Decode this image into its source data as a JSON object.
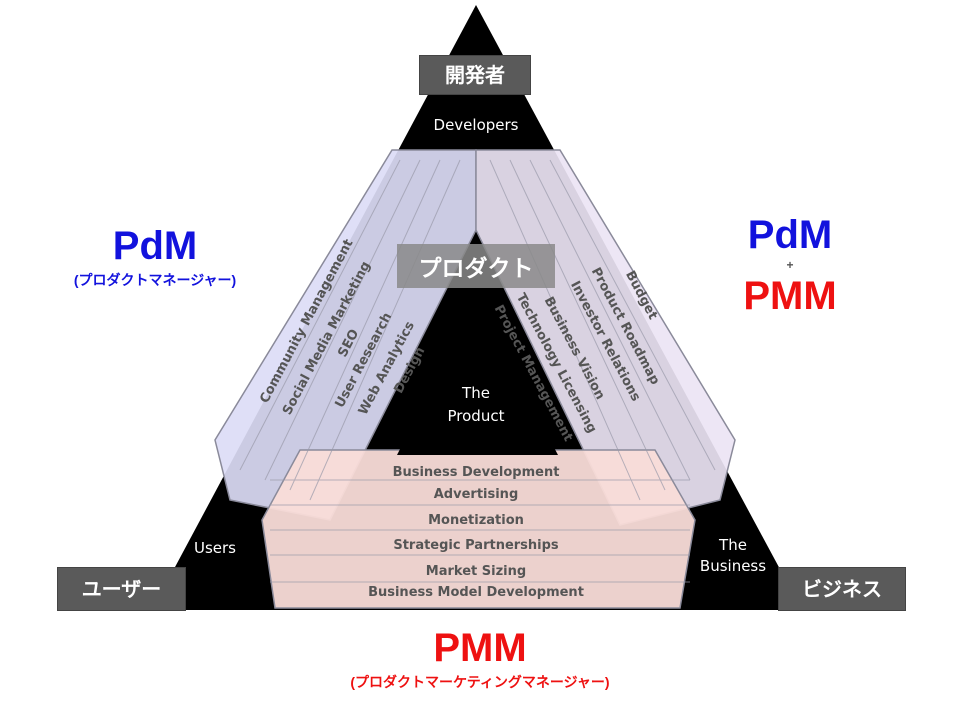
{
  "vertices": {
    "top": {
      "jp": "開発者",
      "en": "Developers"
    },
    "left": {
      "jp": "ユーザー",
      "en": "Users"
    },
    "right": {
      "jp": "ビジネス",
      "en_line1": "The",
      "en_line2": "Business"
    }
  },
  "center": {
    "jp": "プロダクト",
    "line1": "The",
    "line2": "Product"
  },
  "left_role": {
    "title": "PdM",
    "subtitle": "(プロダクトマネージャー)"
  },
  "right_role": {
    "title1": "PdM",
    "plus": "+",
    "title2": "PMM"
  },
  "bottom_role": {
    "title": "PMM",
    "subtitle": "(プロダクトマーケティングマネージャー)"
  },
  "left_band_items": [
    "Community Management",
    "Social Media Marketing",
    "SEO",
    "User Research",
    "Web Analytics",
    "Design"
  ],
  "right_band_items": [
    "Budget",
    "Product Roadmap",
    "Investor Relations",
    "Business Vision",
    "Technology Licensing",
    "Project Management"
  ],
  "bottom_band_items": [
    "Business Development",
    "Advertising",
    "Monetization",
    "Strategic Partnerships",
    "Market Sizing",
    "Business Model Development"
  ],
  "colors": {
    "left_band": "#dcdcf6",
    "right_band": "#ebe4f4",
    "bottom_band": "#f9dcd8",
    "triangle": "#000000",
    "pdm": "#1212dd",
    "pmm": "#ee1111"
  }
}
